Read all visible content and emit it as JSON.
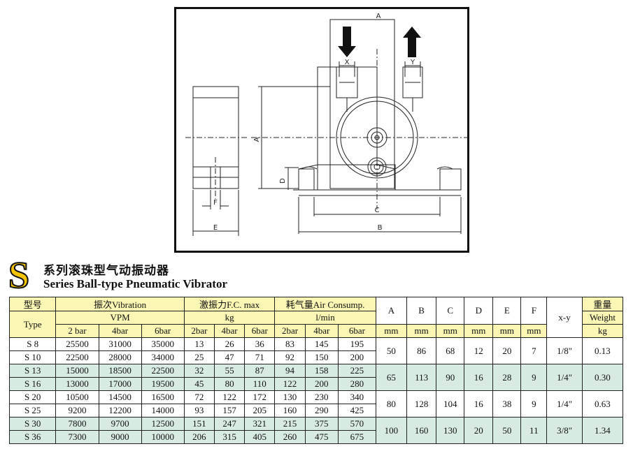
{
  "drawing": {
    "dims": {
      "A": "A",
      "B": "B",
      "C": "C",
      "D": "D",
      "E": "E",
      "F": "F",
      "X": "X",
      "Y": "Y"
    }
  },
  "heading": {
    "letter": "S",
    "title_cn": "系列滚珠型气动振动器",
    "title_en": "Series Ball-type Pneumatic Vibrator"
  },
  "table": {
    "header1": {
      "type_cn": "型号",
      "vibration": "振次Vibration",
      "force": "激振力F.C. max",
      "air": "耗气量Air Consump.",
      "A": "A",
      "B": "B",
      "C": "C",
      "D": "D",
      "E": "E",
      "F": "F",
      "xy": "x-y",
      "weight_cn": "重量"
    },
    "header2": {
      "type": "Type",
      "vpm": "VPM",
      "kg": "kg",
      "lmin": "l/min",
      "weight": "Weight"
    },
    "header3": {
      "vib": [
        "2 bar",
        "4bar",
        "6bar"
      ],
      "force": [
        "2bar",
        "4bar",
        "6bar"
      ],
      "air": [
        "2bar",
        "4bar",
        "6bar"
      ],
      "dims": [
        "mm",
        "mm",
        "mm",
        "mm",
        "mm",
        "mm"
      ],
      "weight_unit": "kg"
    },
    "rows": [
      {
        "type": "S 8",
        "vib": [
          "25500",
          "31000",
          "35000"
        ],
        "force": [
          "13",
          "26",
          "36"
        ],
        "air": [
          "83",
          "145",
          "195"
        ]
      },
      {
        "type": "S 10",
        "vib": [
          "22500",
          "28000",
          "34000"
        ],
        "force": [
          "25",
          "47",
          "71"
        ],
        "air": [
          "92",
          "150",
          "200"
        ]
      },
      {
        "type": "S 13",
        "vib": [
          "15000",
          "18500",
          "22500"
        ],
        "force": [
          "32",
          "55",
          "87"
        ],
        "air": [
          "94",
          "158",
          "225"
        ]
      },
      {
        "type": "S 16",
        "vib": [
          "13000",
          "17000",
          "19500"
        ],
        "force": [
          "45",
          "80",
          "110"
        ],
        "air": [
          "122",
          "200",
          "280"
        ]
      },
      {
        "type": "S 20",
        "vib": [
          "10500",
          "14500",
          "16500"
        ],
        "force": [
          "72",
          "122",
          "172"
        ],
        "air": [
          "130",
          "230",
          "340"
        ]
      },
      {
        "type": "S 25",
        "vib": [
          "9200",
          "12200",
          "14000"
        ],
        "force": [
          "93",
          "157",
          "205"
        ],
        "air": [
          "160",
          "290",
          "425"
        ]
      },
      {
        "type": "S 30",
        "vib": [
          "7800",
          "9700",
          "12500"
        ],
        "force": [
          "151",
          "247",
          "321"
        ],
        "air": [
          "215",
          "375",
          "570"
        ]
      },
      {
        "type": "S 36",
        "vib": [
          "7300",
          "9000",
          "10000"
        ],
        "force": [
          "206",
          "315",
          "405"
        ],
        "air": [
          "260",
          "475",
          "675"
        ]
      }
    ],
    "groups": [
      {
        "A": "50",
        "B": "86",
        "C": "68",
        "D": "12",
        "E": "20",
        "F": "7",
        "xy": "1/8\"",
        "weight": "0.13"
      },
      {
        "A": "65",
        "B": "113",
        "C": "90",
        "D": "16",
        "E": "28",
        "F": "9",
        "xy": "1/4\"",
        "weight": "0.30"
      },
      {
        "A": "80",
        "B": "128",
        "C": "104",
        "D": "16",
        "E": "38",
        "F": "9",
        "xy": "1/4\"",
        "weight": "0.63"
      },
      {
        "A": "100",
        "B": "160",
        "C": "130",
        "D": "20",
        "E": "50",
        "F": "11",
        "xy": "3/8\"",
        "weight": "1.34"
      }
    ]
  }
}
